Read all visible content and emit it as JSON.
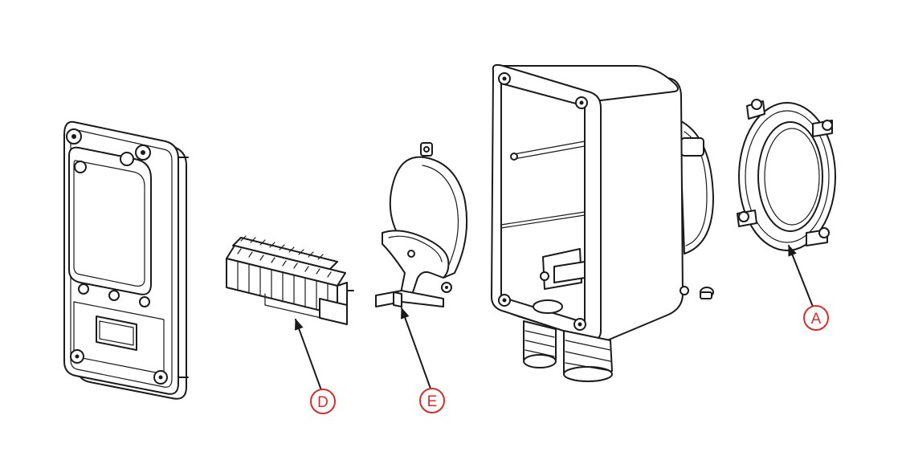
{
  "callout_color": "#d62d2d",
  "line_color": "#1a1a1a",
  "callouts": {
    "a": {
      "label": "A"
    },
    "d": {
      "label": "D"
    },
    "e": {
      "label": "E"
    }
  }
}
